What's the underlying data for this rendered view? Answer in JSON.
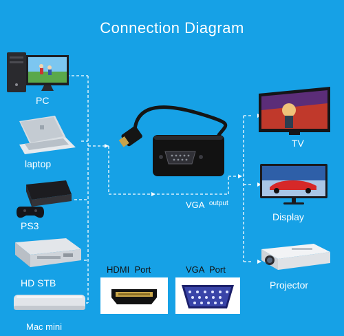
{
  "title": "Connection  Diagram",
  "sources": [
    {
      "label": "PC",
      "icon": "desktop-pc-icon"
    },
    {
      "label": "laptop",
      "icon": "laptop-icon"
    },
    {
      "label": "PS3",
      "icon": "game-console-icon"
    },
    {
      "label": "HD STB",
      "icon": "set-top-box-icon"
    },
    {
      "label": "Mac mini",
      "icon": "mac-mini-icon"
    }
  ],
  "outputs": [
    {
      "label": "TV",
      "icon": "tv-icon"
    },
    {
      "label": "Display",
      "icon": "monitor-icon"
    },
    {
      "label": "Projector",
      "icon": "projector-icon"
    }
  ],
  "adapter": {
    "icon": "hdmi-to-vga-adapter-icon"
  },
  "vga_label": {
    "main": "VGA",
    "suffix": "output"
  },
  "ports": [
    {
      "label": "HDMI  Port",
      "icon": "hdmi-port-icon"
    },
    {
      "label": "VGA  Port",
      "icon": "vga-port-icon"
    }
  ],
  "colors": {
    "background": "#16a1e6",
    "lines": "#ffffff"
  }
}
